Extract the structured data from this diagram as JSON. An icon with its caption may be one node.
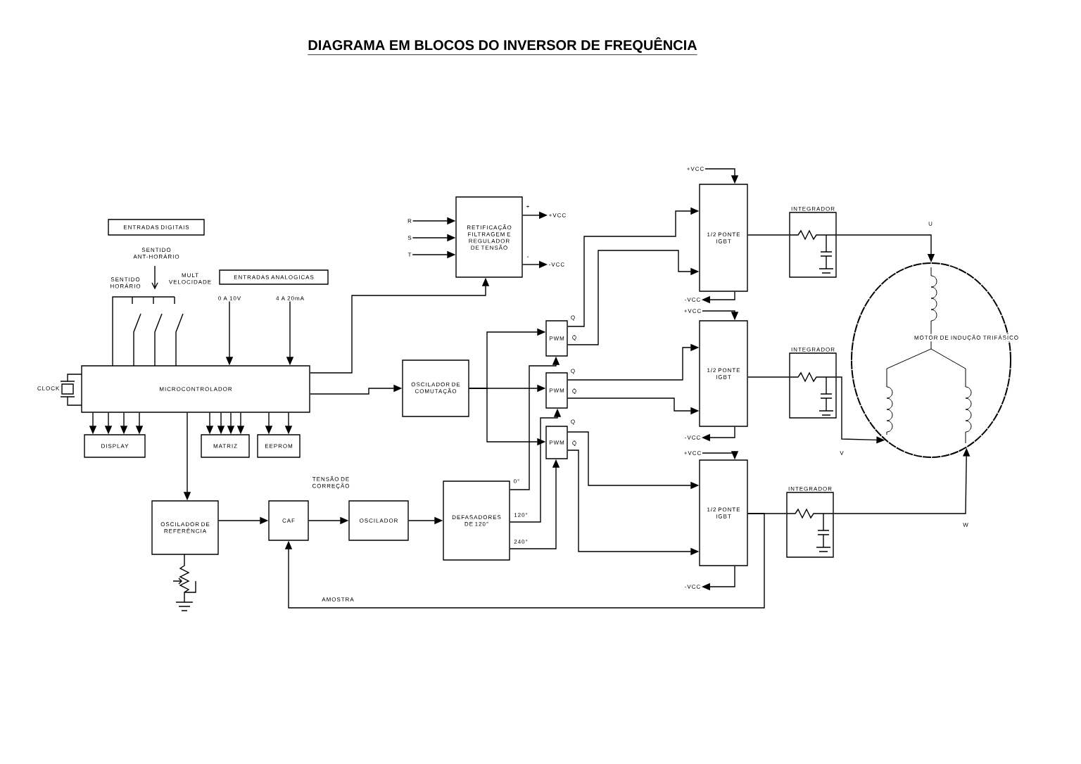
{
  "diagram": {
    "title": "DIAGRAMA EM BLOCOS DO INVERSOR DE FREQUÊNCIA",
    "nodes": [
      {
        "text": [
          "ENTRADAS DIGITAIS"
        ]
      },
      {
        "text": [
          "ENTRADAS ANALOGICAS"
        ]
      },
      {
        "text": [
          "MICROCONTROLADOR"
        ]
      },
      {
        "text": [
          "DISPLAY"
        ]
      },
      {
        "text": [
          "MATRIZ"
        ]
      },
      {
        "text": [
          "EEPROM"
        ]
      },
      {
        "text": [
          "RETIFICAÇÃO FILTRAGEM E REGULADOR DE TENSÃO"
        ],
        "beside": [
          "+",
          "-"
        ]
      },
      {
        "text": [
          "OSCILADOR DE COMUTAÇÃO"
        ]
      },
      {
        "text": [
          "PWM"
        ]
      },
      {
        "text": [
          "PWM"
        ]
      },
      {
        "text": [
          "PWM"
        ]
      },
      {
        "text": [
          "OSCILADOR DE REFERÊNCIA"
        ]
      },
      {
        "text": [
          "CAF"
        ]
      },
      {
        "text": [
          "OSCILADOR"
        ]
      },
      {
        "text": [
          "DEFASADORES DE 120°"
        ]
      },
      {
        "text": [
          "1/2 PONTE IGBT"
        ]
      },
      {
        "text": [
          "1/2 PONTE IGBT"
        ]
      },
      {
        "text": [
          "1/2 PONTE IGBT"
        ]
      },
      {
        "text": [
          "INTEGRADOR"
        ]
      },
      {
        "text": [
          "INTEGRADOR"
        ]
      },
      {
        "text": [
          "INTEGRADOR"
        ]
      },
      {
        "text": [
          "MOTOR DE INDUÇÃO TRIFÁSICO"
        ]
      },
      {
        "text": [
          "0 A 10V"
        ]
      },
      {
        "text": [
          "4 A 20mA"
        ]
      },
      {
        "text": [
          "R"
        ]
      },
      {
        "text": [
          "S"
        ]
      },
      {
        "text": [
          "T"
        ]
      },
      {
        "text": [
          "+VCC"
        ]
      },
      {
        "text": [
          "-VCC"
        ]
      },
      {
        "text": [
          "+VCC"
        ]
      },
      {
        "text": [
          "-VCC"
        ]
      },
      {
        "text": [
          "+VCC"
        ]
      },
      {
        "text": [
          "-VCC"
        ]
      },
      {
        "text": [
          "+VCC"
        ]
      },
      {
        "text": [
          "-VCC"
        ]
      }
    ],
    "edges": [
      {
        "from": 22,
        "to": 2,
        "arrow": "to"
      },
      {
        "from": 23,
        "to": 2,
        "arrow": "to"
      },
      {
        "from": 2,
        "to": 3,
        "arrow": "to"
      },
      {
        "from": 2,
        "to": 3,
        "arrow": "to"
      },
      {
        "from": 2,
        "to": 3,
        "arrow": "to"
      },
      {
        "from": 2,
        "to": 3,
        "arrow": "to"
      },
      {
        "from": 2,
        "to": 4,
        "arrow": "to"
      },
      {
        "from": 2,
        "to": 4,
        "arrow": "to"
      },
      {
        "from": 2,
        "to": 4,
        "arrow": "to"
      },
      {
        "from": 2,
        "to": 4,
        "arrow": "to"
      },
      {
        "from": 2,
        "to": 5,
        "arrow": "to"
      },
      {
        "from": 2,
        "to": 5,
        "arrow": "to"
      },
      {
        "from": 2,
        "to": 6,
        "arrow": "to"
      },
      {
        "from": 2,
        "to": 7,
        "arrow": "to"
      },
      {
        "from": 2,
        "to": 11,
        "arrow": "to"
      },
      {
        "from": 7,
        "to": 8,
        "arrow": "to"
      },
      {
        "from": 7,
        "to": 9,
        "arrow": "to"
      },
      {
        "from": 7,
        "to": 10,
        "arrow": "to"
      },
      {
        "from": 11,
        "to": 12,
        "arrow": "to"
      },
      {
        "from": 12,
        "to": 13,
        "arrow": "to"
      },
      {
        "from": 13,
        "to": 14,
        "arrow": "to"
      },
      {
        "from": 14,
        "to": 8,
        "arrow": "to"
      },
      {
        "from": 14,
        "to": 9,
        "arrow": "to"
      },
      {
        "from": 14,
        "to": 10,
        "arrow": "to"
      },
      {
        "from": 8,
        "to": 15,
        "arrow": "to"
      },
      {
        "from": 8,
        "to": 15,
        "arrow": "to"
      },
      {
        "from": 9,
        "to": 16,
        "arrow": "to"
      },
      {
        "from": 9,
        "to": 16,
        "arrow": "to"
      },
      {
        "from": 10,
        "to": 17,
        "arrow": "to"
      },
      {
        "from": 10,
        "to": 17,
        "arrow": "to"
      },
      {
        "from": 15,
        "to": 18,
        "arrow": "none"
      },
      {
        "from": 16,
        "to": 19,
        "arrow": "none"
      },
      {
        "from": 17,
        "to": 20,
        "arrow": "none"
      },
      {
        "from": 18,
        "to": 21,
        "arrow": "to"
      },
      {
        "from": 19,
        "to": 21,
        "arrow": "to"
      },
      {
        "from": 20,
        "to": 21,
        "arrow": "to"
      },
      {
        "from": 17,
        "to": 12,
        "arrow": "to",
        "label": "AMOSTRA"
      },
      {
        "from": 24,
        "to": 6,
        "arrow": "to"
      },
      {
        "from": 25,
        "to": 6,
        "arrow": "to"
      },
      {
        "from": 26,
        "to": 6,
        "arrow": "to"
      },
      {
        "from": 6,
        "to": 27,
        "arrow": "to"
      },
      {
        "from": 6,
        "to": 28,
        "arrow": "to"
      },
      {
        "from": 29,
        "to": 15,
        "arrow": "to"
      },
      {
        "from": 15,
        "to": 30,
        "arrow": "to"
      },
      {
        "from": 31,
        "to": 16,
        "arrow": "to"
      },
      {
        "from": 16,
        "to": 32,
        "arrow": "to"
      },
      {
        "from": 33,
        "to": 17,
        "arrow": "to"
      },
      {
        "from": 17,
        "to": 34,
        "arrow": "to"
      }
    ],
    "labels": [
      "SENTIDO ANT-HORÁRIO",
      "SENTIDO HORÁRIO",
      "MULT VELOCIDADE",
      "CLOCK",
      "Q",
      "Q̄",
      "Q",
      "Q̄",
      "Q",
      "Q̄",
      "TENSÃO DE CORREÇÃO",
      "0°",
      "120°",
      "240°",
      "U",
      "V",
      "W"
    ]
  }
}
